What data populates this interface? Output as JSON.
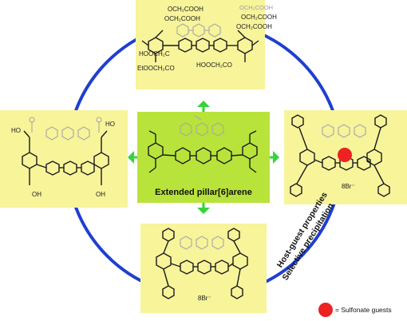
{
  "colors": {
    "ring": "#1f3fd0",
    "panel_yellow": "#f7f49a",
    "panel_green": "#b8e33a",
    "arrow_green": "#35d43a",
    "guest_red": "#ee2222"
  },
  "center": {
    "label": "Extended pillar[6]arene"
  },
  "top_panel": {
    "groups": [
      "OCH₂COOH",
      "OCH₂COOH",
      "OCH₂COOH",
      "OCH₂COOH",
      "HOOCH₂C",
      "EtOOCH₂CO",
      "HOOCH₂CO"
    ]
  },
  "left_panel": {
    "groups": [
      "HO",
      "HO",
      "OH",
      "OH"
    ]
  },
  "right_panel": {
    "counterion": "8Br⁻",
    "guest_icon": "sulfonate-guest-dot"
  },
  "bottom_panel": {
    "counterion": "8Br⁻"
  },
  "side_text": {
    "line1": "Host-guest properties",
    "line2": "Selective precipitation"
  },
  "legend": {
    "label": "= Sulfonate guests"
  }
}
